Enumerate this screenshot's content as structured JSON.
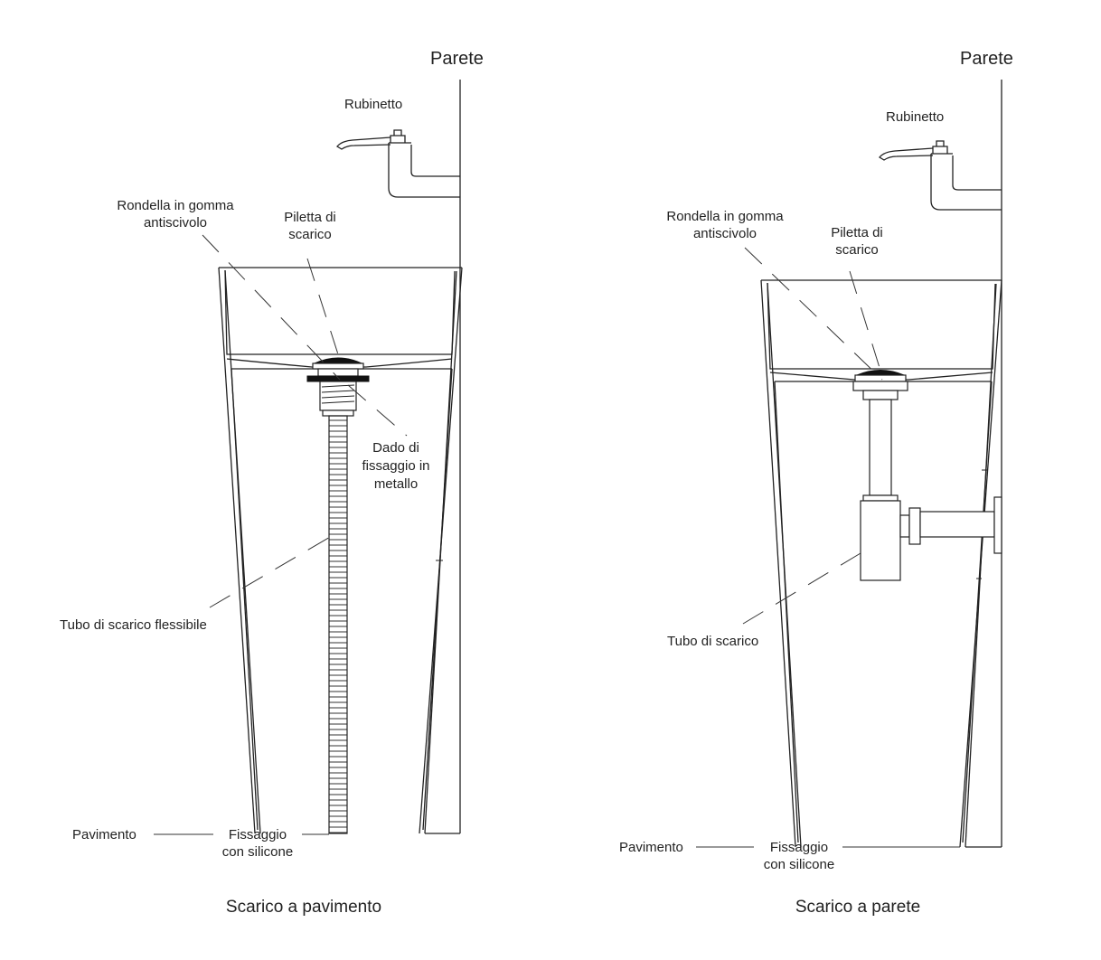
{
  "left": {
    "wall": "Parete",
    "faucet": "Rubinetto",
    "washer": [
      "Rondella in gomma",
      "antiscivolo"
    ],
    "drain": [
      "Piletta di",
      "scarico"
    ],
    "nut": [
      "Dado di",
      "fissaggio in",
      "metallo"
    ],
    "pipe": "Tubo di scarico flessibile",
    "floor": "Pavimento",
    "fixing": [
      "Fissaggio",
      "con silicone"
    ],
    "caption": "Scarico a pavimento"
  },
  "right": {
    "wall": "Parete",
    "faucet": "Rubinetto",
    "washer": [
      "Rondella in gomma",
      "antiscivolo"
    ],
    "drain": [
      "Piletta di",
      "scarico"
    ],
    "pipe": "Tubo di scarico",
    "floor": "Pavimento",
    "fixing": [
      "Fissaggio",
      "con silicone"
    ],
    "caption": "Scarico a parete"
  }
}
